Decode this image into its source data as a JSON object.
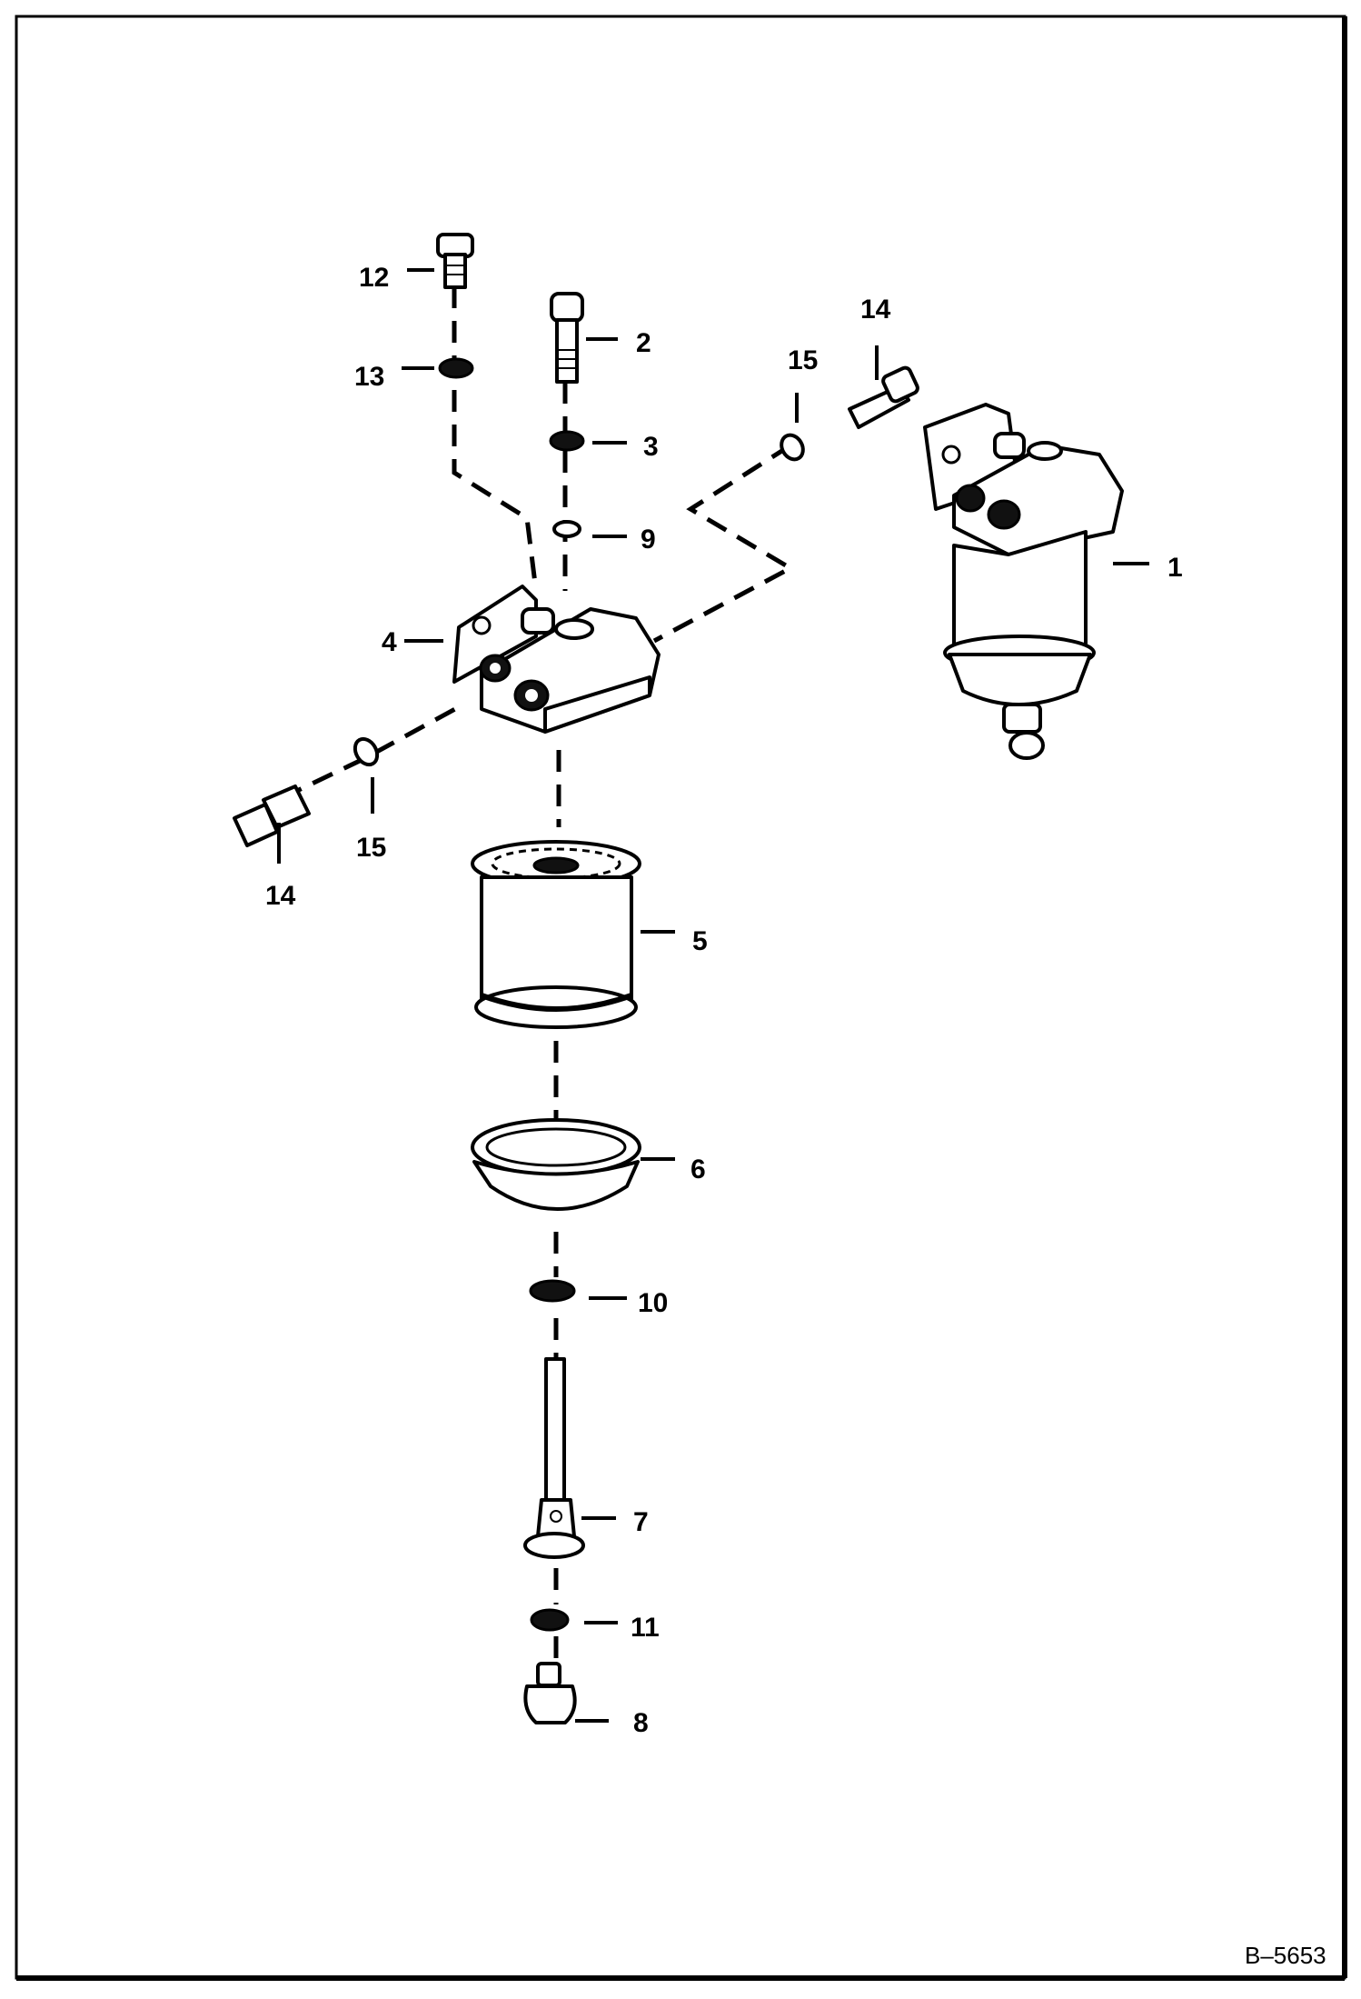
{
  "figure_code": "B–5653",
  "callouts": {
    "c1": "1",
    "c2": "2",
    "c3": "3",
    "c4": "4",
    "c5": "5",
    "c6": "6",
    "c7": "7",
    "c8": "8",
    "c9": "9",
    "c10": "10",
    "c11": "11",
    "c12": "12",
    "c13": "13",
    "c14_top": "14",
    "c14_left": "14",
    "c15_top": "15",
    "c15_left": "15"
  }
}
